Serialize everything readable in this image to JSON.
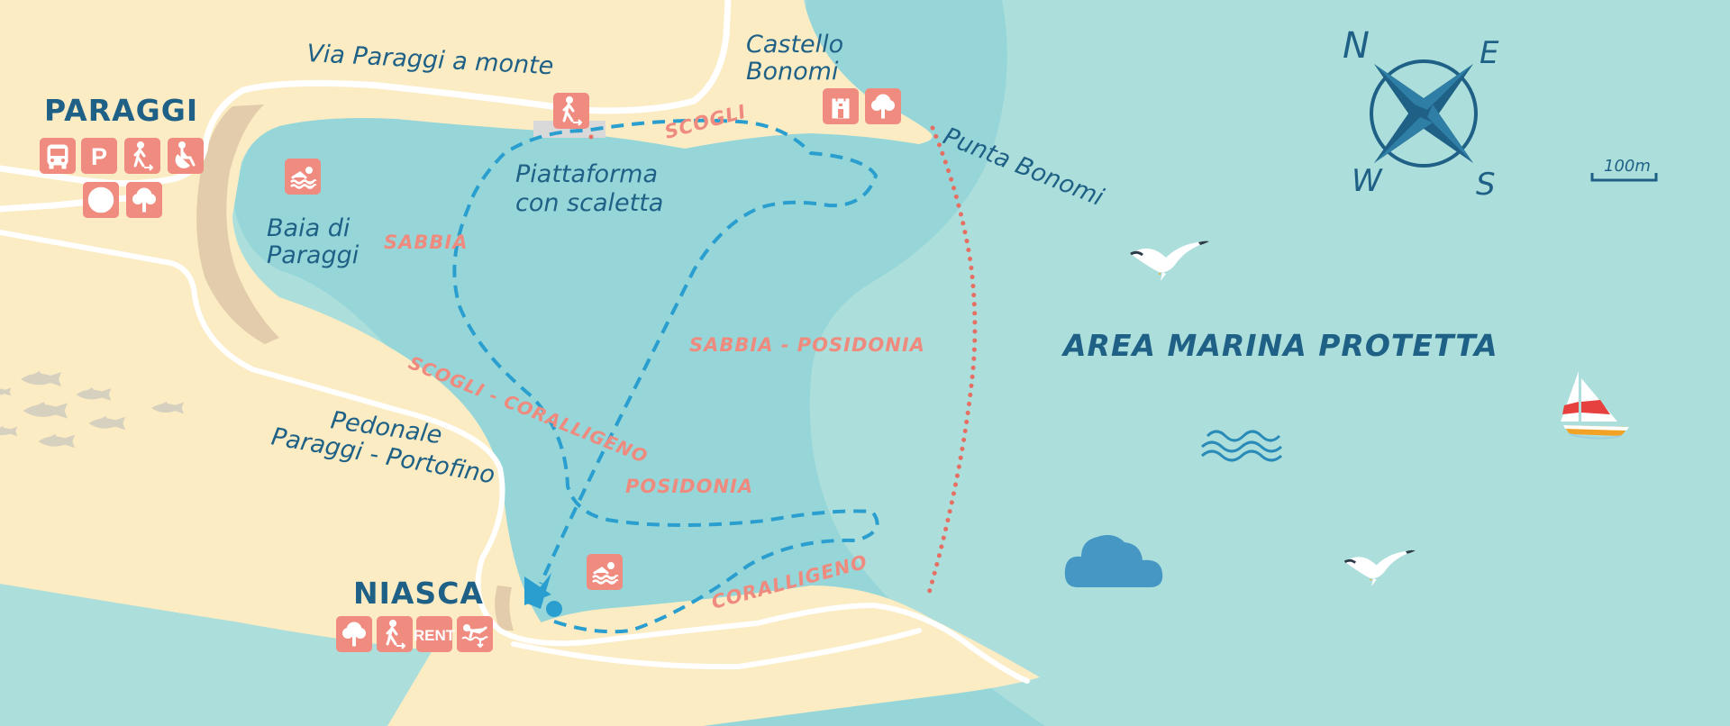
{
  "colors": {
    "sea": "#acdedb",
    "bay": "#97d6d8",
    "land": "#fcecc4",
    "beach": "#e2ccab",
    "road": "#ffffff",
    "text_blue": "#1f6186",
    "coral_pink": "#f08b7f",
    "route_blue": "#2a9fcf",
    "boundary_red": "#e66f63",
    "cloud": "#4697c4",
    "fish": "#d6d0be"
  },
  "towns": {
    "paraggi": "PARAGGI",
    "niasca": "NIASCA"
  },
  "places": {
    "via_paraggi_a_monte": "Via Paraggi a monte",
    "castello_line1": "Castello",
    "castello_line2": "Bonomi",
    "punta_bonomi": "Punta Bonomi",
    "piattaforma_line1": "Piattaforma",
    "piattaforma_line2": "con scaletta",
    "baia_line1": "Baia di",
    "baia_line2": "Paraggi",
    "pedonale_line1": "Pedonale",
    "pedonale_line2": "Paraggi - Portofino"
  },
  "seabed_labels": {
    "scogli": "SCOGLI",
    "sabbia": "SABBIA",
    "sabbia_posidonia": "SABBIA - POSIDONIA",
    "scogli_coralligeno": "SCOGLI - CORALLIGENO",
    "posidonia": "POSIDONIA",
    "coralligeno": "CORALLIGENO"
  },
  "protected_area": "AREA MARINA PROTETTA",
  "compass": {
    "n": "N",
    "e": "E",
    "w": "W",
    "s": "S"
  },
  "scale": "100m",
  "icons": {
    "paraggi": [
      "bus-icon",
      "parking-icon",
      "hiking-icon",
      "wheelchair-icon",
      "target-icon",
      "tree-icon"
    ],
    "castello": [
      "castle-icon",
      "tree-icon"
    ],
    "via_paraggi": [
      "hiking-icon"
    ],
    "baia": [
      "swimming-icon"
    ],
    "niasca": [
      "tree-icon",
      "hiking-icon",
      "rent-icon",
      "diving-icon"
    ],
    "niasca_swim": [
      "swimming-icon"
    ]
  },
  "rent_label": "RENT"
}
